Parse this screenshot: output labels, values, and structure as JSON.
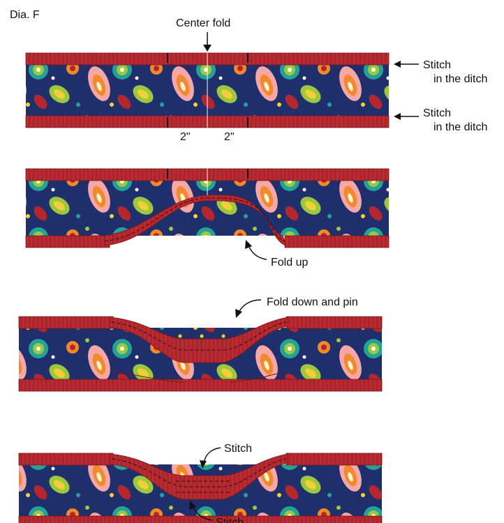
{
  "diagram": {
    "caption": "Dia. F",
    "labels": {
      "center_fold": "Center fold",
      "stitch_in_ditch_top": [
        "Stitch",
        "in the ditch"
      ],
      "stitch_in_ditch_bottom": [
        "Stitch",
        "in the ditch"
      ],
      "dim_left": "2\"",
      "dim_right": "2\"",
      "fold_up": "Fold up",
      "fold_down_and_pin": "Fold down and pin",
      "stitch_top": "Stitch",
      "stitch_bottom": "Stitch"
    }
  },
  "colors": {
    "binding_red": "#b3262d",
    "binding_dark": "#7d1519",
    "navy": "#1f2f6b",
    "paisley_orange": "#f08a2c",
    "paisley_lime": "#9bc83c",
    "paisley_teal": "#23a29a",
    "paisley_pink": "#f6a7a7",
    "paisley_yellow": "#f3cf3a",
    "pin_head": "#f0d020"
  }
}
